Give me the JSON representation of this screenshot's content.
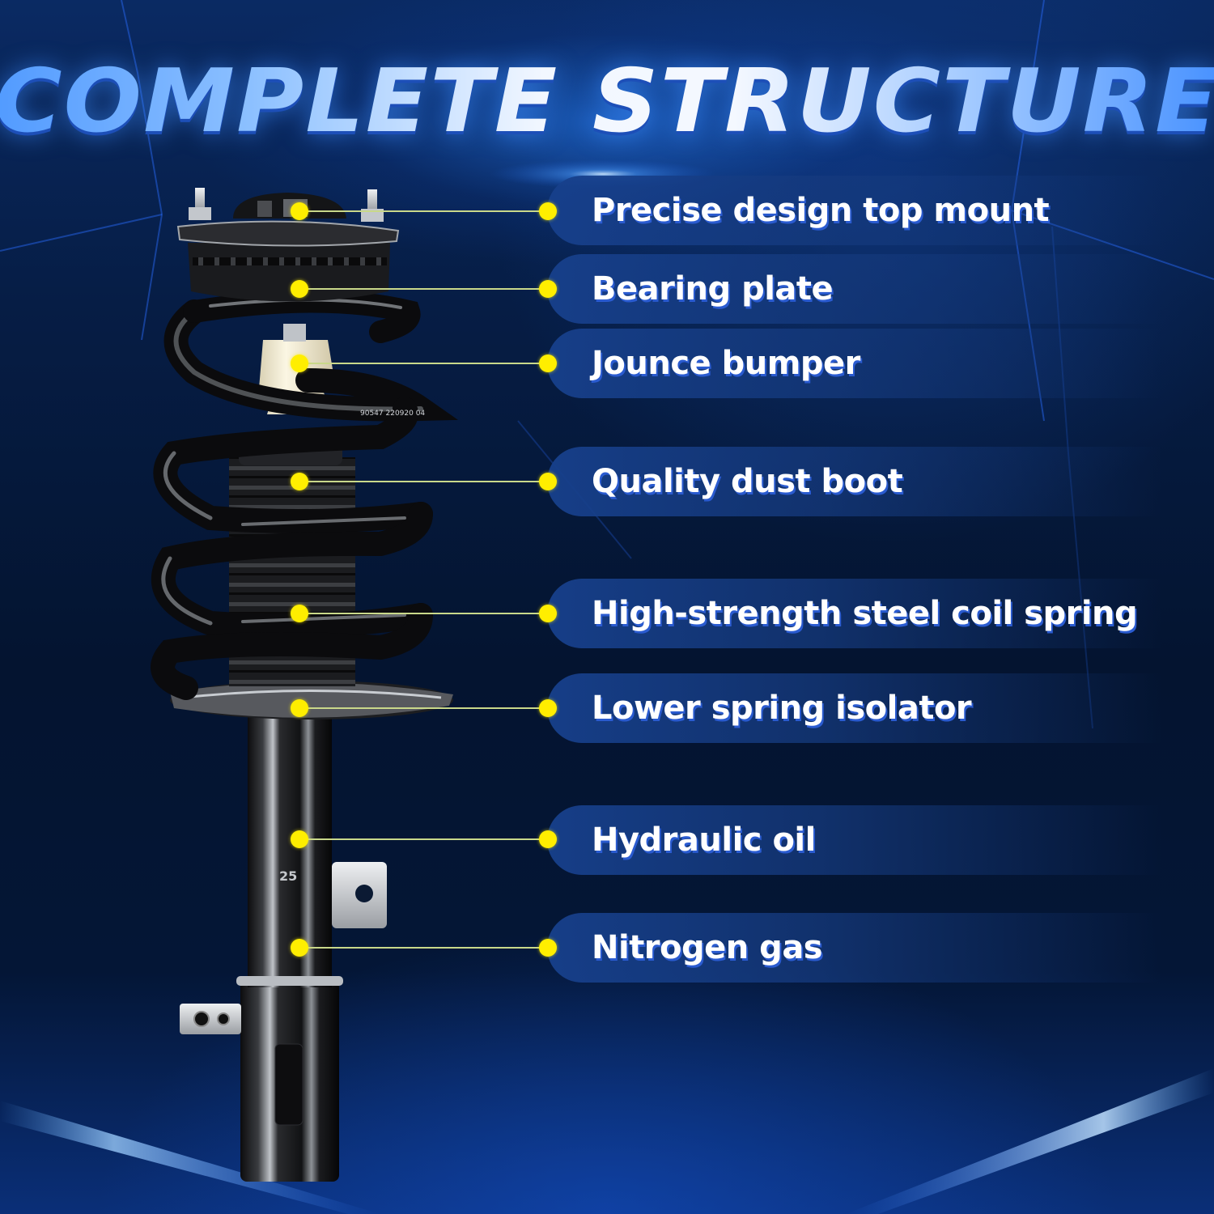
{
  "title": "COMPLETE STRUCTURE",
  "colors": {
    "marker": "#ffee00",
    "leader_line": "#c9d88a",
    "pill": "#17408c",
    "label_text": "#ffffff",
    "label_shadow": "#2a5bd0",
    "background": "#041430",
    "title_highlight": "#f2f7ff",
    "title_accent": "#4c97ff"
  },
  "product": {
    "name": "strut-assembly",
    "spring_stamp": "90547 220920 04",
    "tube_stamp": "25"
  },
  "callouts": [
    {
      "id": "top-mount",
      "label": "Precise design top mount"
    },
    {
      "id": "bearing-plate",
      "label": "Bearing plate"
    },
    {
      "id": "jounce-bumper",
      "label": "Jounce bumper"
    },
    {
      "id": "dust-boot",
      "label": "Quality dust boot"
    },
    {
      "id": "coil-spring",
      "label": "High-strength steel coil spring"
    },
    {
      "id": "spring-isolator",
      "label": "Lower spring isolator"
    },
    {
      "id": "hydraulic-oil",
      "label": "Hydraulic oil"
    },
    {
      "id": "nitrogen-gas",
      "label": "Nitrogen gas"
    }
  ]
}
